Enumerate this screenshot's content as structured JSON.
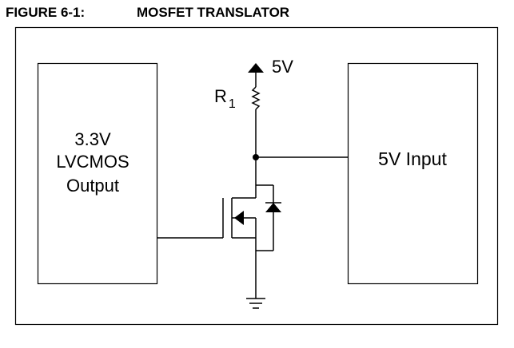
{
  "figure": {
    "number": "FIGURE 6-1:",
    "title": "MOSFET TRANSLATOR"
  },
  "left_block": {
    "lines": [
      "3.3V",
      "LVCMOS",
      "Output"
    ]
  },
  "right_block": {
    "label": "5V Input"
  },
  "supply": {
    "label": "5V"
  },
  "resistor": {
    "name": "R",
    "subscript": "1"
  },
  "colors": {
    "line": "#000000",
    "background": "#ffffff"
  }
}
